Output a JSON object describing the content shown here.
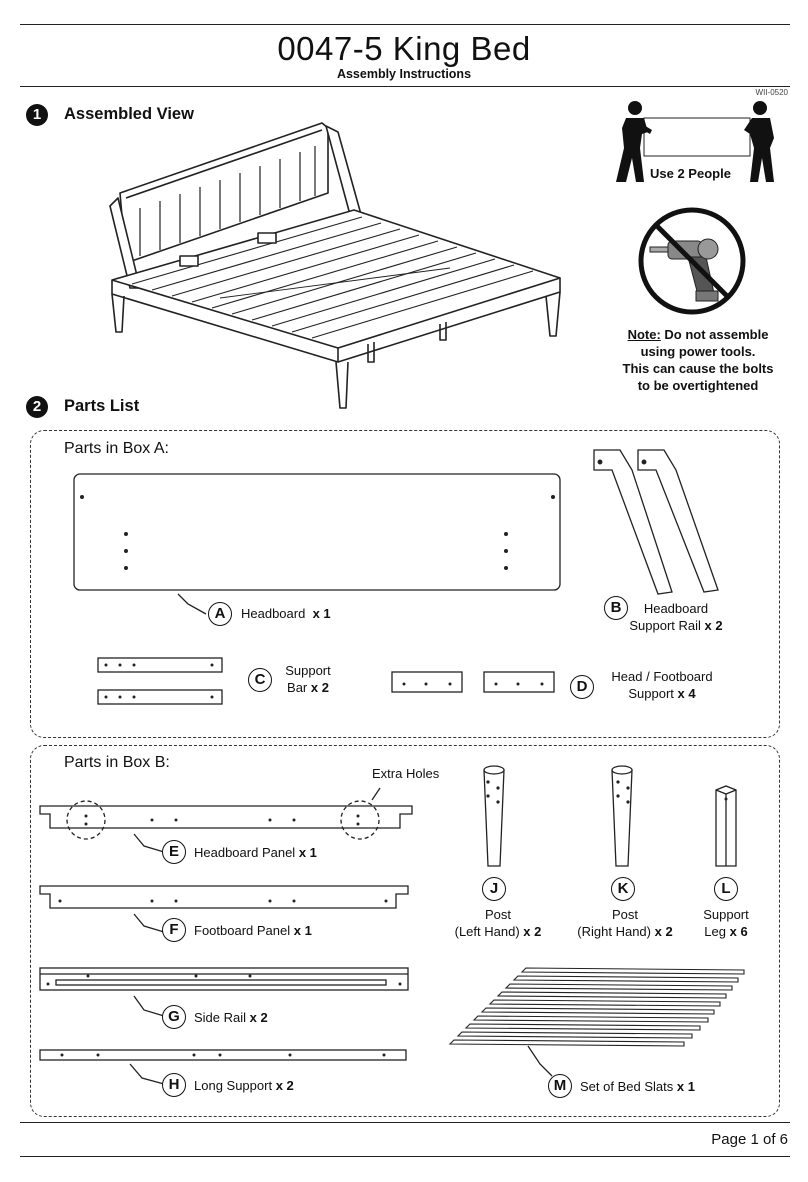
{
  "header": {
    "title": "0047-5 King Bed",
    "subtitle": "Assembly Instructions",
    "code": "WII-0520"
  },
  "sections": [
    {
      "number": "1",
      "title": "Assembled View"
    },
    {
      "number": "2",
      "title": "Parts List"
    }
  ],
  "callouts": {
    "people": "Use 2 People",
    "note_label": "Note:",
    "note_line1": " Do not assemble",
    "note_line2": "using power tools.",
    "note_line3": "This can cause the bolts",
    "note_line4": "to be overtightened"
  },
  "box_a": {
    "title": "Parts in Box A:",
    "parts": [
      {
        "letter": "A",
        "name": "Headboard",
        "qty": "x 1"
      },
      {
        "letter": "B",
        "name_line1": "Headboard",
        "name_line2": "Support Rail",
        "qty": "x 2"
      },
      {
        "letter": "C",
        "name_line1": "Support",
        "name_line2": "Bar",
        "qty": "x 2"
      },
      {
        "letter": "D",
        "name_line1": "Head / Footboard",
        "name_line2": "Support",
        "qty": "x 4"
      }
    ]
  },
  "box_b": {
    "title": "Parts in Box B:",
    "extra_holes": "Extra Holes",
    "parts": [
      {
        "letter": "E",
        "name": "Headboard Panel",
        "qty": "x 1"
      },
      {
        "letter": "F",
        "name": "Footboard Panel",
        "qty": "x 1"
      },
      {
        "letter": "G",
        "name": "Side Rail",
        "qty": "x 2"
      },
      {
        "letter": "H",
        "name": "Long Support",
        "qty": "x 2"
      },
      {
        "letter": "J",
        "name_line1": "Post",
        "name_line2": "(Left Hand)",
        "qty": "x 2"
      },
      {
        "letter": "K",
        "name_line1": "Post",
        "name_line2": "(Right Hand)",
        "qty": "x 2"
      },
      {
        "letter": "L",
        "name_line1": "Support",
        "name_line2": "Leg",
        "qty": "x 6"
      },
      {
        "letter": "M",
        "name": "Set of Bed Slats",
        "qty": "x 1"
      }
    ]
  },
  "footer": {
    "page": "Page 1 of 6"
  }
}
